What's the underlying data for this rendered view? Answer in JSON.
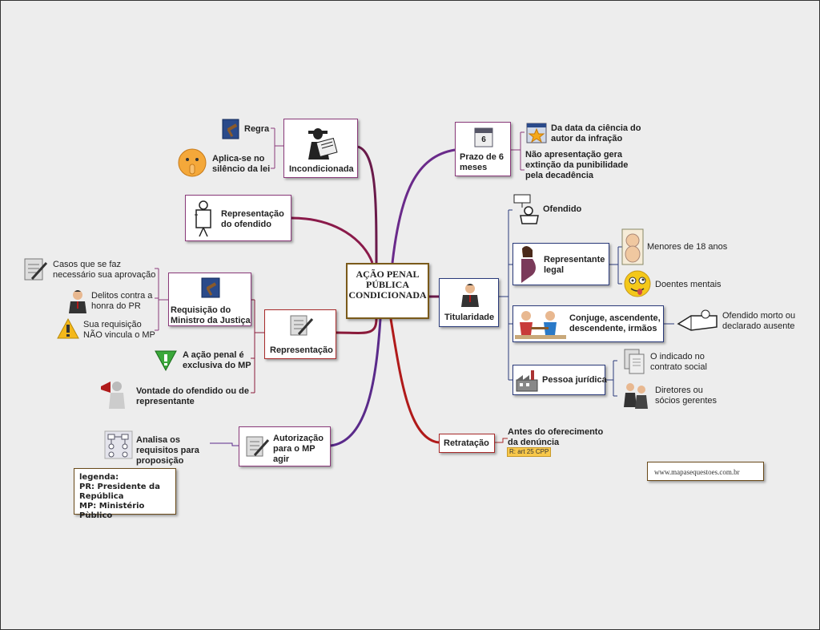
{
  "central": {
    "title": "AÇÃO PENAL PÚBLICA CONDICIONADA"
  },
  "left": {
    "incondicionada": {
      "title": "Incondicionada",
      "regra": "Regra",
      "aplica": "Aplica-se no silêncio da lei"
    },
    "representacao_ofendido": {
      "title": "Representação do ofendido"
    },
    "representacao": {
      "title": "Representação",
      "requisicao": {
        "title": "Requisição do Ministro da Justiça",
        "casos": "Casos que se faz necessário sua aprovação",
        "delitos": "Delitos contra a honra do PR",
        "sua_requisicao": "Sua requisição NÃO vincula o MP"
      },
      "exclusiva": "A ação penal é exclusiva do MP",
      "vontade": "Vontade do ofendido ou de representante"
    },
    "autorizacao": {
      "title": "Autorização para o MP agir",
      "analisa": "Analisa os requisitos para proposição"
    },
    "legenda": {
      "title": "legenda:",
      "pr": "PR: Presidente da República",
      "mp": "MP: Ministério Pùblico"
    }
  },
  "right": {
    "prazo": {
      "title": "Prazo de 6 meses",
      "calendar_number": "6",
      "data": "Da data da ciência do autor da infração",
      "nao_apresentacao": "Não apresentação gera extinção da punibilidade pela decadência"
    },
    "titularidade": {
      "title": "Titularidade",
      "ofendido": "Ofendido",
      "representante": {
        "title": "Representante legal",
        "menores": "Menores de 18 anos",
        "doentes": "Doentes mentais"
      },
      "conjuge": {
        "title": "Conjuge, ascendente, descendente, irmãos",
        "ofendido_morto": "Ofendido morto ou declarado ausente"
      },
      "pessoa_juridica": {
        "title": "Pessoa jurídica",
        "indicado": "O indicado no contrato social",
        "diretores": "Diretores ou sócios gerentes"
      }
    },
    "retratacao": {
      "title": "Retratação",
      "antes": "Antes do oferecimento da denúncia",
      "art": "R: art 25 CPP"
    }
  },
  "watermark": "www.mapasequestoes.com.br",
  "colors": {
    "purple": "#8a3a7a",
    "blue": "#2a3a7a",
    "red": "#a82a2a",
    "brown": "#6a4a1a"
  }
}
